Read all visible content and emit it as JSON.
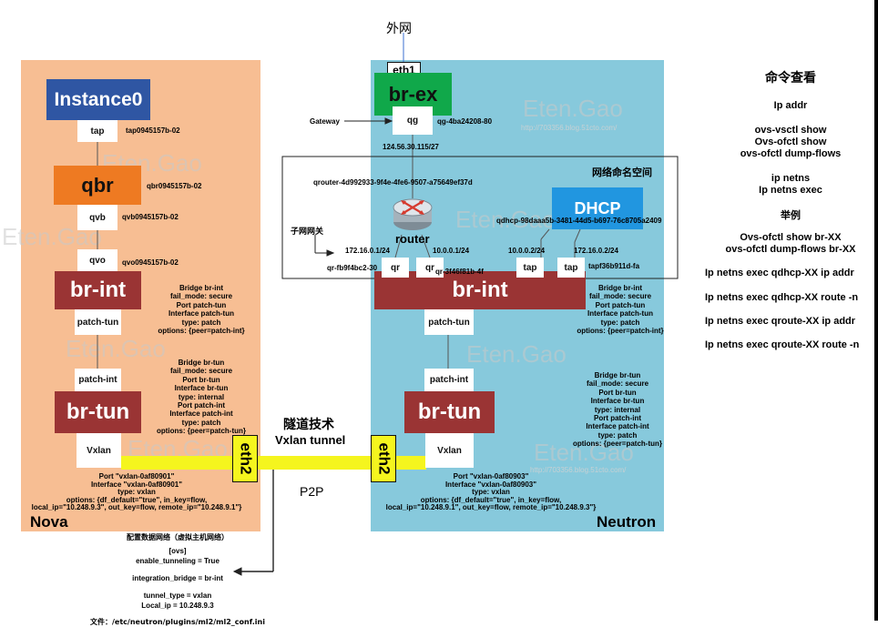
{
  "internet": "外网",
  "nova": {
    "title": "Nova",
    "instance": "Instance0",
    "tap": "tap",
    "tap_id": "tap0945157b-02",
    "qbr": "qbr",
    "qbr_id": "qbr0945157b-02",
    "qvb": "qvb",
    "qvb_id": "qvb0945157b-02",
    "qvo": "qvo",
    "qvo_id": "qvo0945157b-02",
    "br_int": "br-int",
    "patch_tun": "patch-tun",
    "patch_int": "patch-int",
    "br_tun": "br-tun",
    "vxlan": "Vxlan",
    "eth2": "eth2",
    "br_int_config": [
      "Bridge br-int",
      "fail_mode: secure",
      "Port patch-tun",
      "Interface patch-tun",
      "type: patch",
      "options: {peer=patch-int}"
    ],
    "br_tun_config": [
      "Bridge br-tun",
      "fail_mode: secure",
      "Port br-tun",
      "Interface br-tun",
      "type: internal",
      "Port patch-int",
      "Interface patch-int",
      "type: patch",
      "options: {peer=patch-tun}"
    ],
    "vxlan_config": [
      "Port \"vxlan-0af80901\"",
      "Interface \"vxlan-0af80901\"",
      "type: vxlan",
      "options: {df_default=\"true\", in_key=flow,",
      "local_ip=\"10.248.9.3\", out_key=flow, remote_ip=\"10.248.9.1\"}"
    ]
  },
  "neutron": {
    "title": "Neutron",
    "eth1": "eth1",
    "br_ex": "br-ex",
    "qg": "qg",
    "qg_id": "qg-4ba24208-80",
    "gateway": "Gateway",
    "public_ip": "124.56.30.115/27",
    "namespace_title": "网络命名空间",
    "qrouter_id": "qrouter-4d992933-9f4e-4fe6-9507-a75649ef37d",
    "router": "router",
    "subnet_gateway": "子网网关",
    "dhcp": "DHCP",
    "qdhcp_id": "qdhcp-98daaa5b-3481-44d5-b697-76c8705a2409",
    "ip_qr1": "172.16.0.1/24",
    "ip_qr2": "10.0.0.1/24",
    "ip_tap1": "10.0.0.2/24",
    "ip_tap2": "172.16.0.2/24",
    "qr1": "qr",
    "qr2": "qr",
    "tap1": "tap",
    "tap2": "tap",
    "qr1_id": "qr-fb9f4bc2-30",
    "qr2_id": "qr-3f46f81b-4f",
    "tap2_id": "tapf36b911d-fa",
    "br_int": "br-int",
    "patch_tun": "patch-tun",
    "patch_int": "patch-int",
    "br_tun": "br-tun",
    "vxlan": "Vxlan",
    "eth2": "eth2",
    "br_int_config": [
      "Bridge br-int",
      "fail_mode: secure",
      "Port patch-tun",
      "Interface patch-tun",
      "type: patch",
      "options: {peer=patch-int}"
    ],
    "br_tun_config": [
      "Bridge br-tun",
      "fail_mode: secure",
      "Port br-tun",
      "Interface br-tun",
      "type: internal",
      "Port patch-int",
      "Interface patch-int",
      "type: patch",
      "options: {peer=patch-tun}"
    ],
    "vxlan_config": [
      "Port \"vxlan-0af80903\"",
      "Interface \"vxlan-0af80903\"",
      "type: vxlan",
      "options: {df_default=\"true\", in_key=flow,",
      "local_ip=\"10.248.9.1\", out_key=flow, remote_ip=\"10.248.9.3\"}"
    ]
  },
  "tunnel": {
    "title": "隧道技术",
    "subtitle": "Vxlan tunnel",
    "p2p": "P2P"
  },
  "config_note": {
    "title": "配置数据网络（虚拟主机网络）",
    "lines": [
      "[ovs]",
      "enable_tunneling = True",
      "",
      "integration_bridge = br-int",
      "",
      "tunnel_type = vxlan",
      "Local_ip = 10.248.9.3",
      "",
      "文件：/etc/neutron/plugins/ml2/ml2_conf.ini"
    ]
  },
  "commands": {
    "title": "命令查看",
    "groups": [
      [
        "Ip addr"
      ],
      [
        "ovs-vsctl show",
        "Ovs-ofctl show",
        "ovs-ofctl dump-flows"
      ],
      [
        "ip  netns",
        "Ip netns exec"
      ],
      [
        "举例"
      ],
      [
        "Ovs-ofctl show br-XX",
        "ovs-ofctl dump-flows  br-XX"
      ]
    ],
    "examples": [
      "Ip netns exec qdhcp-XX    ip addr",
      "Ip netns exec qdhcp-XX   route  -n",
      "Ip netns exec qroute-XX    ip addr",
      "Ip netns exec qroute-XX   route  -n"
    ]
  },
  "watermarks": [
    "Eten.Gao",
    "http://703356.blog.51cto.com/"
  ],
  "colors": {
    "nova_bg": "#f7be93",
    "neutron_bg": "#87c9dc",
    "instance": "#2f56a3",
    "qbr": "#ee7a22",
    "bridge": "#9a3434",
    "br_ex": "#10a84a",
    "dhcp": "#2196e0",
    "tunnel": "#f5f51e"
  }
}
